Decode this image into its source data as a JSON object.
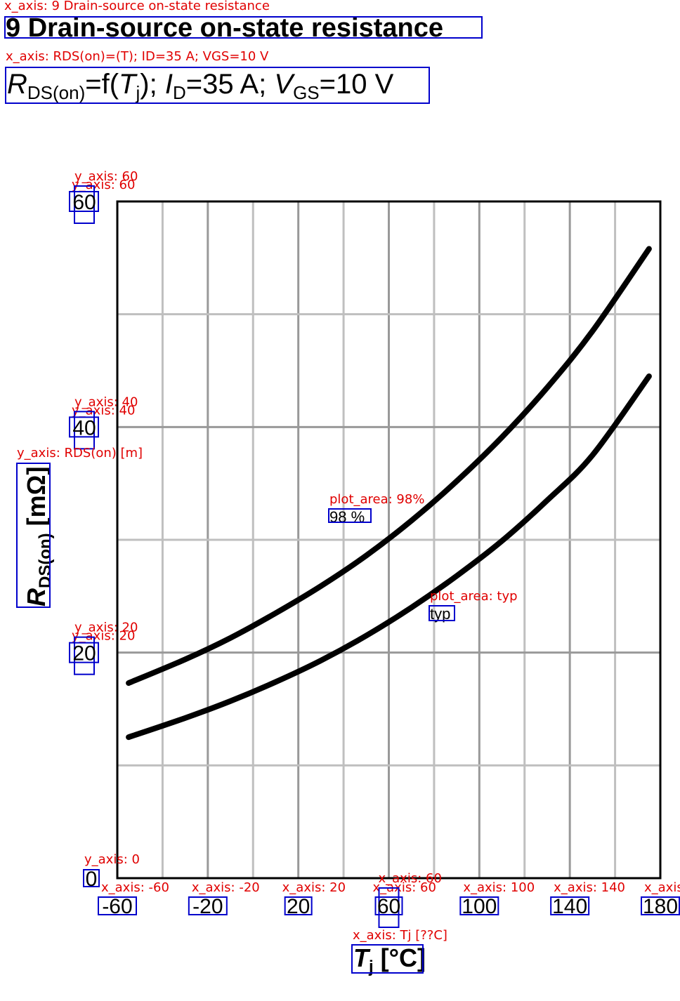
{
  "page": {
    "heading": "9 Drain-source on-state resistance",
    "heading_annotation": "x_axis: 9 Drain-source on-state resistance",
    "subtitle_annotation": "x_axis: RDS(on)=(T); ID=35 A; VGS=10 V"
  },
  "subtitle_parts": {
    "r": "R",
    "r_sub": "DS(on)",
    "eq1": "=f(",
    "t": "T",
    "t_sub": "j",
    "mid1": "); ",
    "i": "I",
    "i_sub": "D",
    "mid2": "=35 A; ",
    "v": "V",
    "v_sub": "GS",
    "end": "=10 V"
  },
  "axis_titles": {
    "y": {
      "r": "R",
      "sub": "DS(on)",
      "unit": " [mΩ]",
      "annotation": "y_axis: RDS(on) [m]"
    },
    "x": {
      "t": "T",
      "sub": "j",
      "unit": " [°C]",
      "annotation": "x_axis: Tj [??C]"
    }
  },
  "y_tick_annotations": [
    "y_axis: 60",
    "y_axis: 40",
    "y_axis: 20",
    "y_axis: 0"
  ],
  "x_tick_annotations": [
    "x_axis: -60",
    "x_axis: -20",
    "x_axis: 20",
    "x_axis: 60",
    "x_axis: 100",
    "x_axis: 140",
    "x_axis"
  ],
  "series_annotations": [
    "plot_area: 98%",
    "plot_area: typ"
  ],
  "colors": {
    "curve": "#000000",
    "grid": "#bfbfbf",
    "grid_major": "#999999",
    "annotation": "#e00000",
    "box": "#0000cc"
  },
  "chart_data": {
    "type": "line",
    "xlim": [
      -60,
      180
    ],
    "ylim": [
      0,
      60
    ],
    "x_ticks": [
      -60,
      -20,
      20,
      60,
      100,
      140,
      180
    ],
    "y_ticks": [
      0,
      20,
      40,
      60
    ],
    "x_grid_step": 20,
    "y_grid_step": 10,
    "grid": true,
    "series": [
      {
        "name": "98 %",
        "x": [
          -55,
          -30,
          -10,
          10,
          30,
          50,
          70,
          90,
          110,
          130,
          150,
          175
        ],
        "y": [
          17.3,
          19.4,
          21.3,
          23.5,
          25.9,
          28.6,
          31.7,
          35.2,
          39.1,
          43.5,
          48.5,
          55.8
        ]
      },
      {
        "name": "typ",
        "x": [
          -55,
          -30,
          -10,
          10,
          30,
          50,
          70,
          90,
          110,
          130,
          150,
          175
        ],
        "y": [
          12.5,
          14.2,
          15.7,
          17.4,
          19.3,
          21.5,
          24.0,
          26.8,
          29.9,
          33.5,
          37.5,
          44.5
        ]
      }
    ]
  }
}
